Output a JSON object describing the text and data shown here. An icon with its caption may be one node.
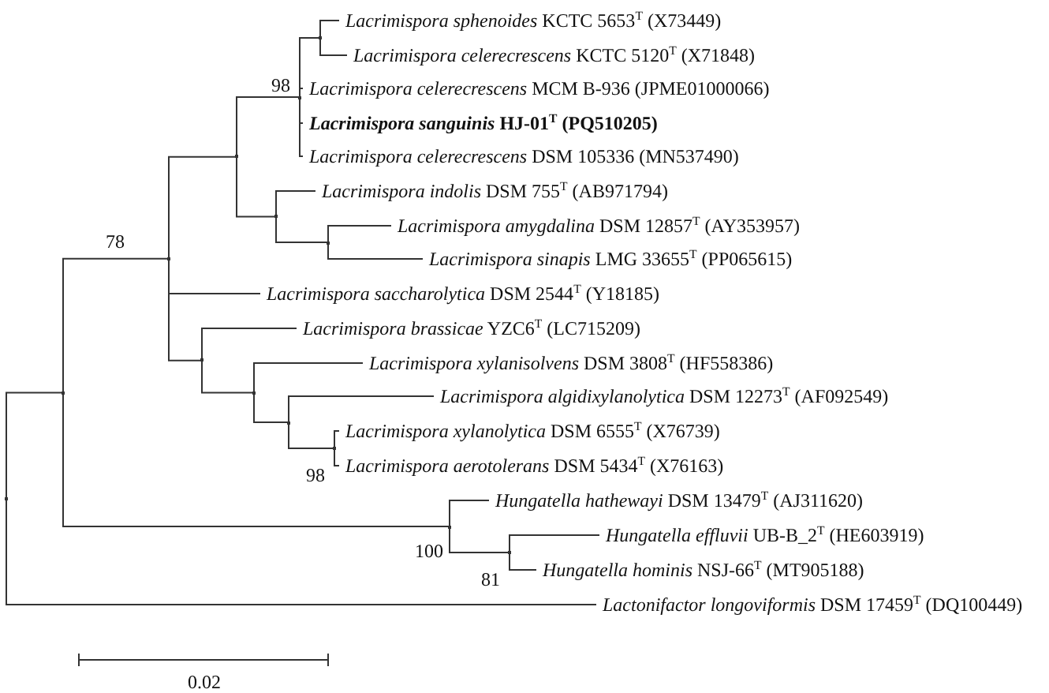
{
  "diagram": {
    "nodes": [
      {
        "text": [
          "*Lacrimispora sphenoides* KCTC 5653$^{T}$ (X73449)"
        ]
      },
      {
        "text": [
          "*Lacrimispora celerecrescens* KCTC 5120$^{T}$ (X71848)"
        ]
      },
      {
        "text": [
          "*Lacrimispora celerecrescens* MCM B-936 (JPME01000066)"
        ]
      },
      {
        "text": [
          "*Lacrimispora sanguinis* HJ-01$^{T}$ (PQ510205)"
        ]
      },
      {
        "text": [
          "*Lacrimispora celerecrescens* DSM 105336 (MN537490)"
        ]
      },
      {
        "text": [
          "*Lacrimispora indolis* DSM 755$^{T}$ (AB971794)"
        ]
      },
      {
        "text": [
          "*Lacrimispora amygdalina* DSM 12857$^{T}$ (AY353957)"
        ]
      },
      {
        "text": [
          "*Lacrimispora sinapis* LMG 33655$^{T}$ (PP065615)"
        ]
      },
      {
        "text": [
          "*Lacrimispora saccharolytica* DSM 2544$^{T}$ (Y18185)"
        ]
      },
      {
        "text": [
          "*Lacrimispora brassicae* YZC6$^{T}$ (LC715209)"
        ]
      },
      {
        "text": [
          "*Lacrimispora xylanisolvens* DSM 3808$^{T}$ (HF558386)"
        ]
      },
      {
        "text": [
          "*Lacrimispora algidixylanolytica* DSM 12273$^{T}$ (AF092549)"
        ]
      },
      {
        "text": [
          "*Lacrimispora xylanolytica* DSM 6555$^{T}$ (X76739)"
        ]
      },
      {
        "text": [
          "*Lacrimispora aerotolerans* DSM 5434$^{T}$ (X76163)"
        ]
      },
      {
        "text": [
          "*Hungatella hathewayi* DSM 13479$^{T}$ (AJ311620)"
        ]
      },
      {
        "text": [
          "*Hungatella effluvii* UB-B_2$^{T}$ (HE603919)"
        ]
      },
      {
        "text": [
          "*Hungatella hominis* NSJ-66$^{T}$ (MT905188)"
        ]
      },
      {
        "text": [
          "*Lactonifactor longoviformis* DSM 17459$^{T}$ (DQ100449)"
        ]
      },
      {
        "text": [],
        "shape": "point"
      },
      {
        "text": [],
        "shape": "point"
      },
      {
        "text": [],
        "shape": "point",
        "beside": [
          "78"
        ]
      },
      {
        "text": [],
        "shape": "point"
      },
      {
        "text": [],
        "shape": "point"
      },
      {
        "text": [],
        "shape": "point"
      },
      {
        "text": [],
        "shape": "point"
      },
      {
        "text": [],
        "shape": "point"
      },
      {
        "text": [],
        "shape": "point",
        "beside": [
          "98"
        ]
      },
      {
        "text": [],
        "shape": "point"
      },
      {
        "text": [],
        "shape": "point"
      },
      {
        "text": [],
        "shape": "point",
        "beside": [
          "98"
        ]
      },
      {
        "text": [],
        "shape": "point",
        "beside": [
          "100"
        ]
      },
      {
        "text": [],
        "shape": "point",
        "beside": [
          "81"
        ]
      }
    ],
    "edges": [
      {
        "from": 18,
        "to": 19,
        "arrow": "none"
      },
      {
        "from": 18,
        "to": 17,
        "arrow": "none"
      },
      {
        "from": 19,
        "to": 20,
        "arrow": "none"
      },
      {
        "from": 19,
        "to": 30,
        "arrow": "none"
      },
      {
        "from": 20,
        "to": 22,
        "arrow": "none"
      },
      {
        "from": 20,
        "to": 8,
        "arrow": "none"
      },
      {
        "from": 20,
        "to": 21,
        "arrow": "none"
      },
      {
        "from": 22,
        "to": 26,
        "arrow": "none"
      },
      {
        "from": 22,
        "to": 24,
        "arrow": "none"
      },
      {
        "from": 26,
        "to": 27,
        "arrow": "none"
      },
      {
        "from": 26,
        "to": 2,
        "arrow": "none"
      },
      {
        "from": 26,
        "to": 3,
        "arrow": "none"
      },
      {
        "from": 26,
        "to": 4,
        "arrow": "none"
      },
      {
        "from": 27,
        "to": 0,
        "arrow": "none"
      },
      {
        "from": 27,
        "to": 1,
        "arrow": "none"
      },
      {
        "from": 24,
        "to": 5,
        "arrow": "none"
      },
      {
        "from": 24,
        "to": 28,
        "arrow": "none"
      },
      {
        "from": 28,
        "to": 6,
        "arrow": "none"
      },
      {
        "from": 28,
        "to": 7,
        "arrow": "none"
      },
      {
        "from": 21,
        "to": 9,
        "arrow": "none"
      },
      {
        "from": 21,
        "to": 23,
        "arrow": "none"
      },
      {
        "from": 23,
        "to": 10,
        "arrow": "none"
      },
      {
        "from": 23,
        "to": 25,
        "arrow": "none"
      },
      {
        "from": 25,
        "to": 11,
        "arrow": "none"
      },
      {
        "from": 25,
        "to": 29,
        "arrow": "none"
      },
      {
        "from": 29,
        "to": 12,
        "arrow": "none"
      },
      {
        "from": 29,
        "to": 13,
        "arrow": "none"
      },
      {
        "from": 30,
        "to": 14,
        "arrow": "none"
      },
      {
        "from": 30,
        "to": 31,
        "arrow": "none"
      },
      {
        "from": 31,
        "to": 15,
        "arrow": "none"
      },
      {
        "from": 31,
        "to": 16,
        "arrow": "none"
      }
    ],
    "labels": [
      "0.02"
    ]
  }
}
